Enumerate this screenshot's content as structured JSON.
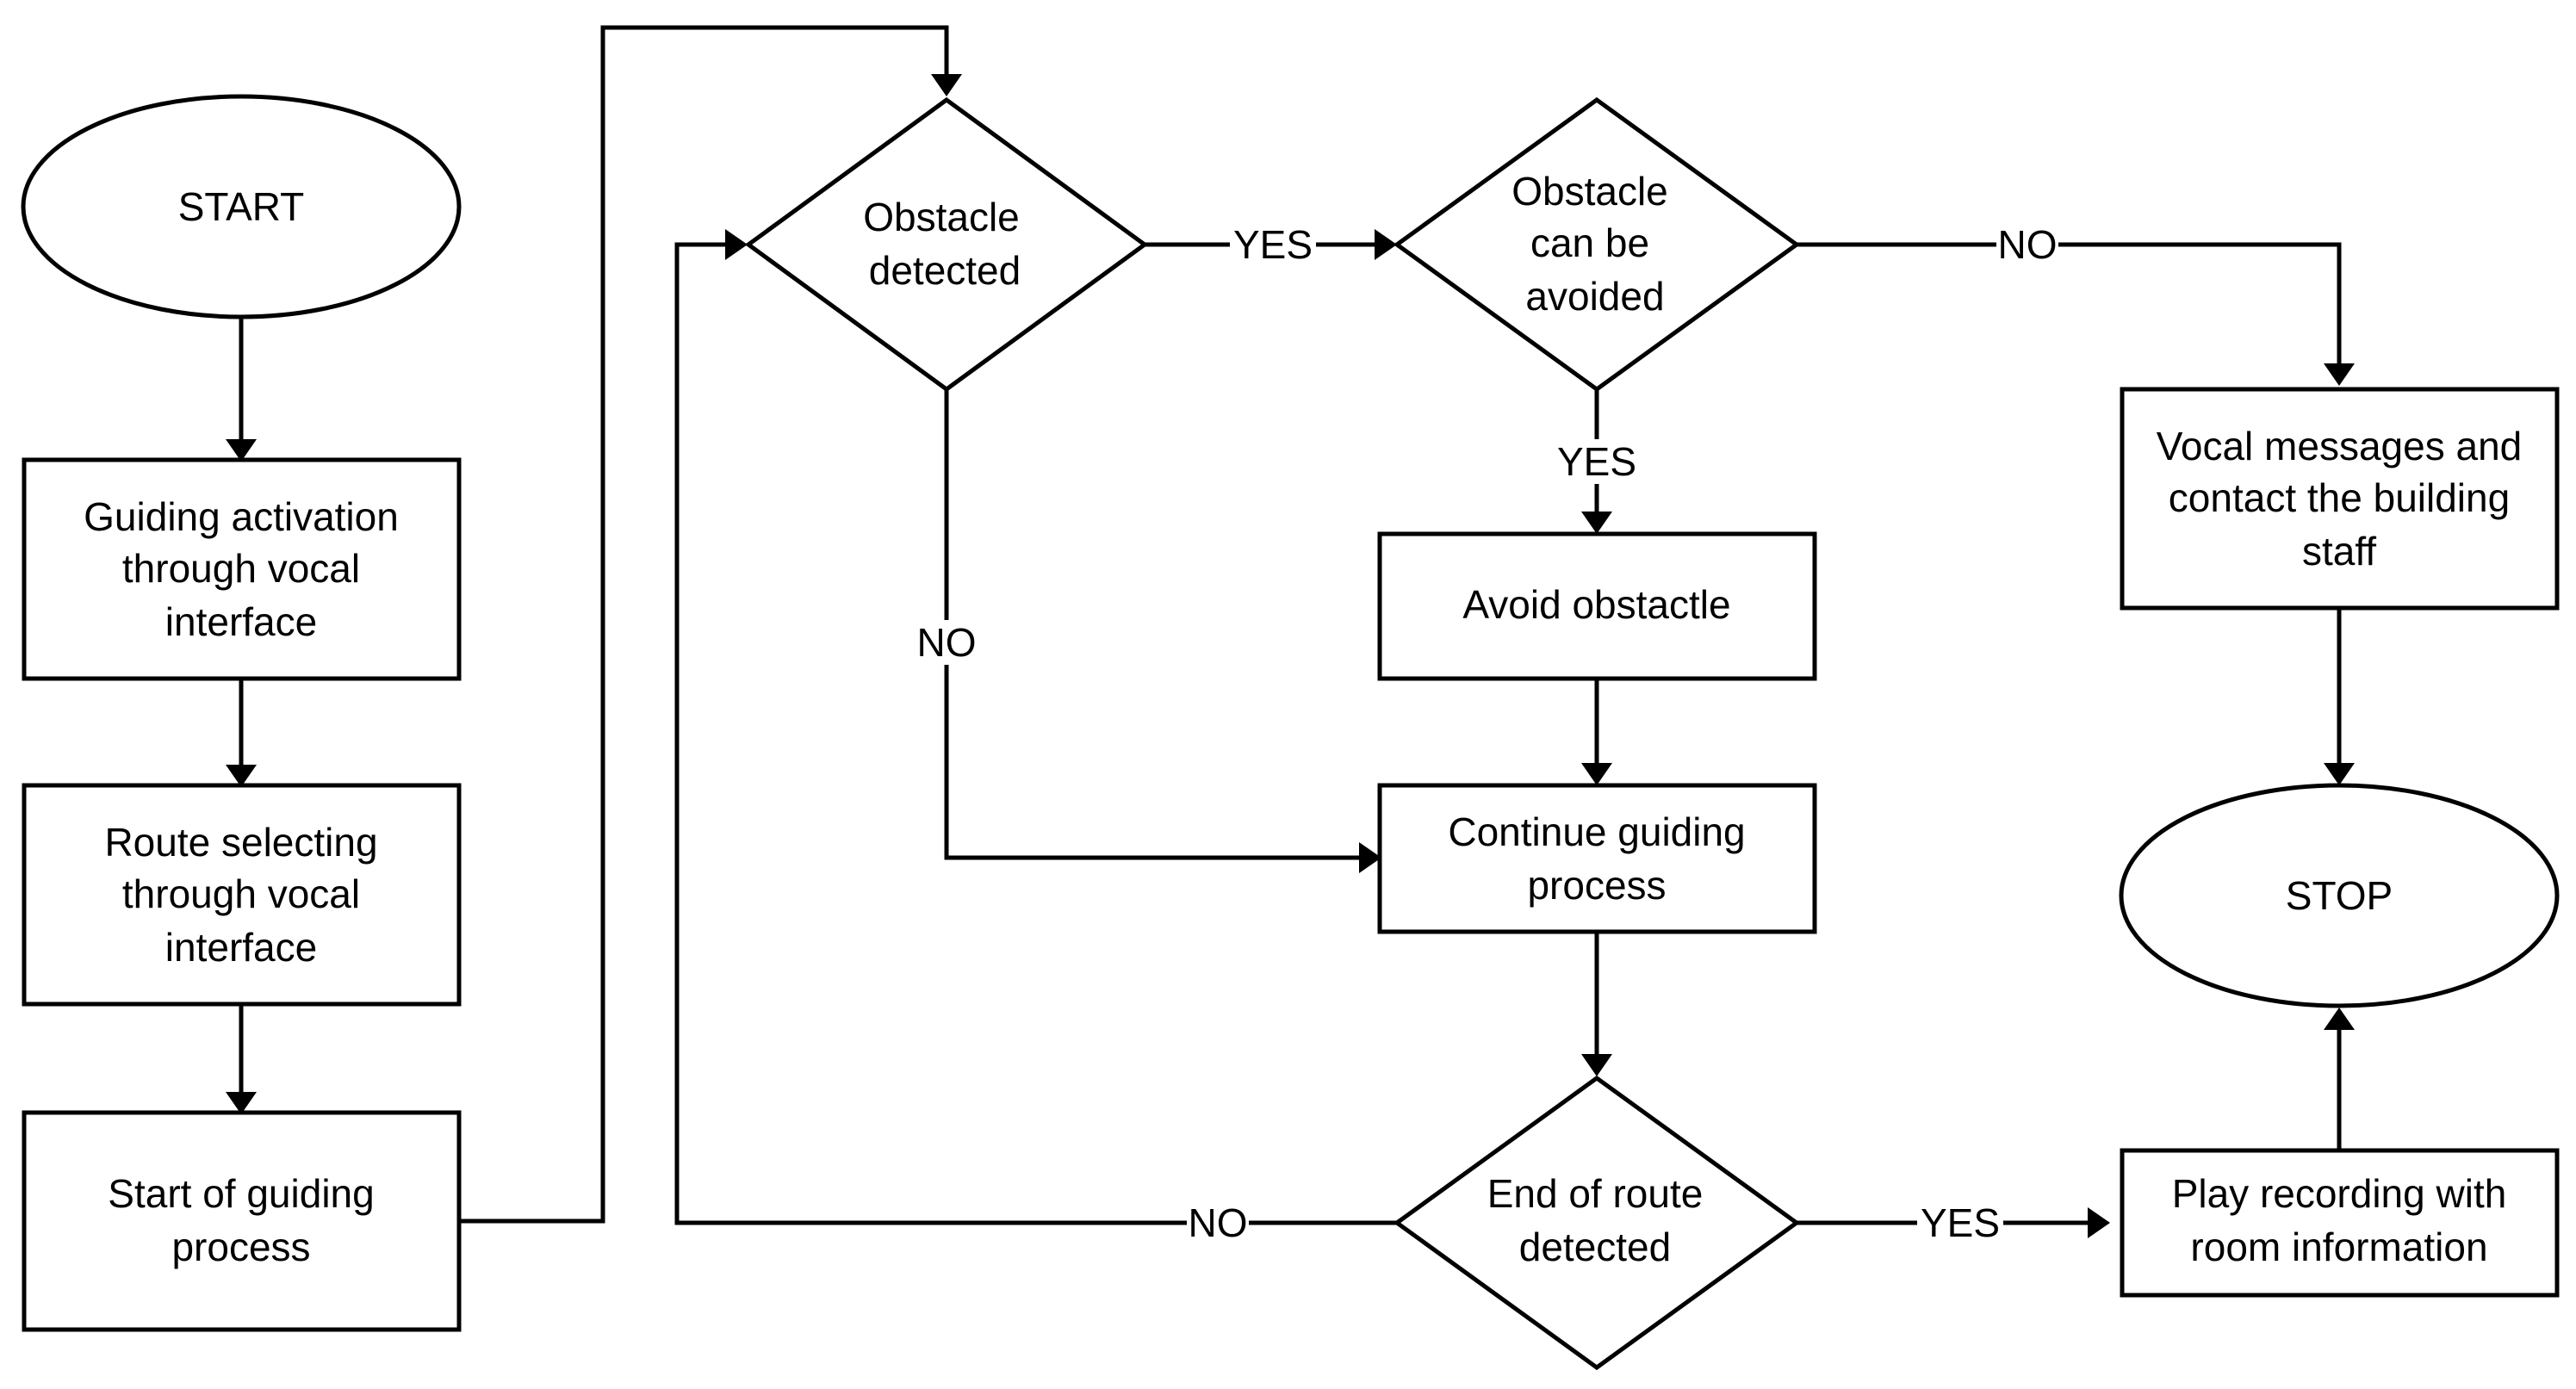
{
  "nodes": {
    "start": {
      "lines": [
        "START"
      ]
    },
    "guiding_activation": {
      "lines": [
        "Guiding activation",
        "through vocal",
        "interface"
      ]
    },
    "route_selecting": {
      "lines": [
        "Route selecting",
        "through vocal",
        "interface"
      ]
    },
    "start_guiding": {
      "lines": [
        "Start of guiding",
        "process"
      ]
    },
    "obstacle_detected": {
      "lines": [
        "Obstacle",
        "detected"
      ]
    },
    "can_be_avoided": {
      "lines": [
        "Obstacle",
        "can be",
        "avoided"
      ]
    },
    "avoid_obstacle": {
      "lines": [
        "Avoid obstactle"
      ]
    },
    "continue_guiding": {
      "lines": [
        "Continue guiding",
        "process"
      ]
    },
    "end_of_route": {
      "lines": [
        "End of route",
        "detected"
      ]
    },
    "vocal_messages": {
      "lines": [
        "Vocal messages and",
        "contact the building",
        "staff"
      ]
    },
    "stop": {
      "lines": [
        "STOP"
      ]
    },
    "play_recording": {
      "lines": [
        "Play recording with",
        "room information"
      ]
    }
  },
  "edge_labels": {
    "obstacle_yes": "YES",
    "avoid_no": "NO",
    "avoid_yes": "YES",
    "obstacle_no": "NO",
    "route_no": "NO",
    "route_yes": "YES"
  }
}
